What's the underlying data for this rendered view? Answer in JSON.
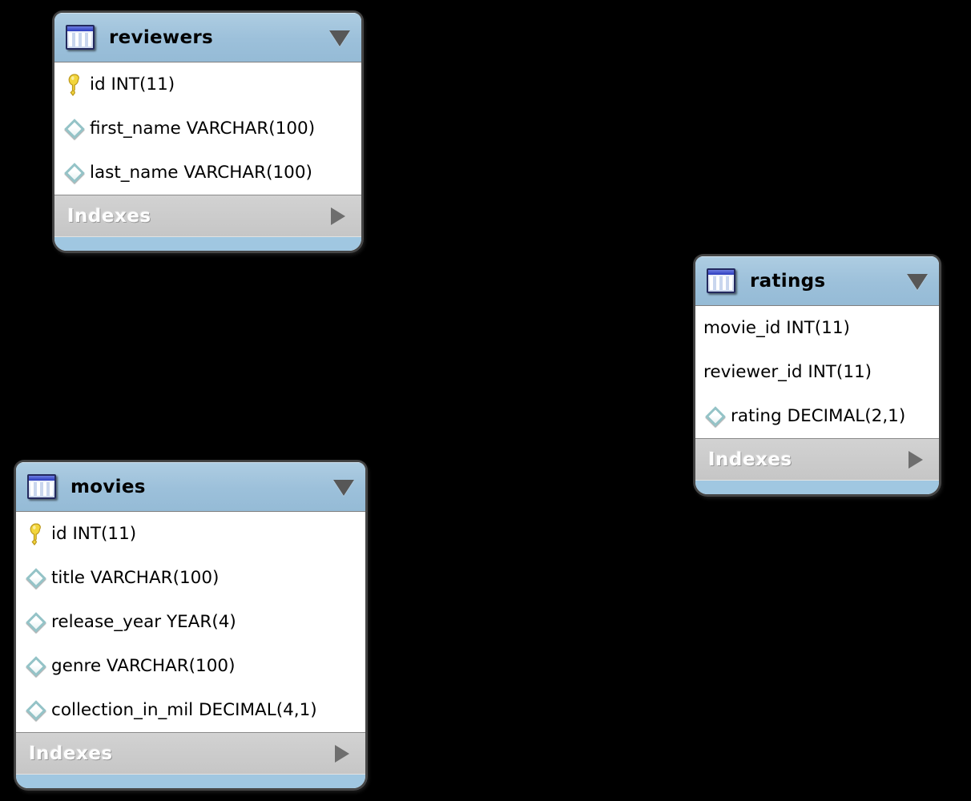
{
  "canvas": {
    "background": "#000000",
    "tool": "eer-diagram"
  },
  "colors": {
    "header_blue": "#9cc0da",
    "footer_strip_blue": "#a0c7e1",
    "indexes_gray": "#c8c8c8",
    "panel_border": "#454545",
    "collapse_triangle": "#575757",
    "expand_arrow": "#6e6e6e",
    "key_yellow": "#f2d53c",
    "diamond_teal": "#94c3c7",
    "table_icon_blue": "#2b3abd"
  },
  "icons": {
    "header_table": "table-grid-icon",
    "header_collapse": "triangle-down",
    "indexes_expand": "triangle-right",
    "primary_key": "yellow-key",
    "column": "teal-hollow-diamond"
  },
  "tables": [
    {
      "title": "reviewers",
      "columns": [
        {
          "label": "id INT(11)",
          "icon": "primary-key"
        },
        {
          "label": "first_name VARCHAR(100)",
          "icon": "column-diamond"
        },
        {
          "label": "last_name VARCHAR(100)",
          "icon": "column-diamond"
        }
      ],
      "footer": {
        "label": "Indexes"
      }
    },
    {
      "title": "ratings",
      "columns": [
        {
          "label": "movie_id INT(11)",
          "icon": "none"
        },
        {
          "label": "reviewer_id INT(11)",
          "icon": "none"
        },
        {
          "label": "rating DECIMAL(2,1)",
          "icon": "column-diamond"
        }
      ],
      "footer": {
        "label": "Indexes"
      }
    },
    {
      "title": "movies",
      "columns": [
        {
          "label": "id INT(11)",
          "icon": "primary-key"
        },
        {
          "label": "title VARCHAR(100)",
          "icon": "column-diamond"
        },
        {
          "label": "release_year YEAR(4)",
          "icon": "column-diamond"
        },
        {
          "label": "genre VARCHAR(100)",
          "icon": "column-diamond"
        },
        {
          "label": "collection_in_mil DECIMAL(4,1)",
          "icon": "column-diamond"
        }
      ],
      "footer": {
        "label": "Indexes"
      }
    }
  ]
}
